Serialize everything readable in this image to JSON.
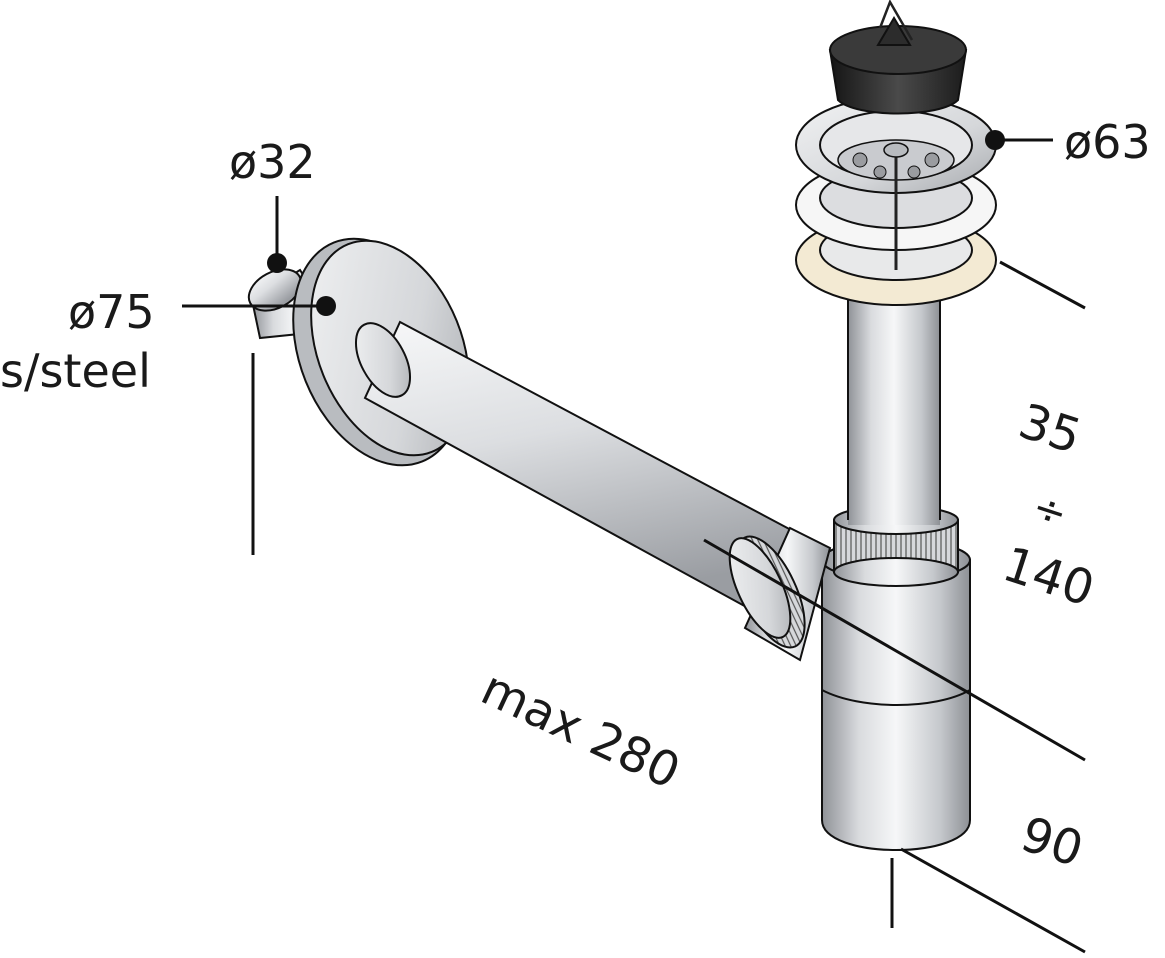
{
  "labels": {
    "pipe_diameter": "ø32",
    "rosette_diameter": "ø75",
    "rosette_material": "s/steel",
    "waste_diameter": "ø63",
    "height_min": "35",
    "height_sep": "÷",
    "height_max": "140",
    "length": "max 280",
    "trap_offset": "90"
  },
  "colors": {
    "line": "#111111",
    "metal_dark": "#8f9297",
    "metal_light": "#f4f5f6",
    "plug": "#2a2a2a",
    "washer": "#f3ead3"
  }
}
